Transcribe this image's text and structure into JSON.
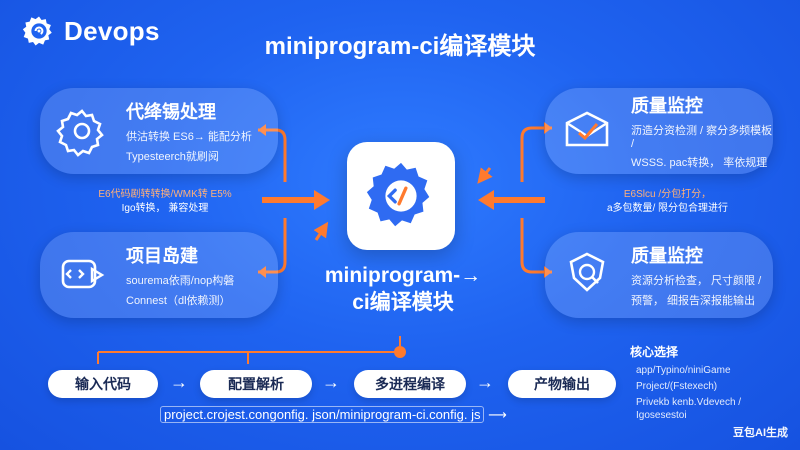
{
  "brand": {
    "name": "Devops",
    "icon": "gear-logo-icon"
  },
  "title": "miniprogram-ci编译模块",
  "cards": {
    "top_left": {
      "icon": "gear-icon",
      "title": "代绛锡处理",
      "lines": [
        "供沽转换   ES6→ 能配分析",
        "Typesteerch就刷阋"
      ]
    },
    "bottom_left": {
      "icon": "code-chat-icon",
      "title": "项目岛建",
      "lines": [
        "sourema依雨/nop构磐",
        "Connest（dl依赖测）"
      ]
    },
    "top_right": {
      "icon": "envelope-check-icon",
      "title": "质量监控",
      "lines": [
        "沥造分资检测 / 察分多频模板 /",
        "WSSS. pac转换，  率依规理"
      ]
    },
    "bottom_right": {
      "icon": "shield-scan-icon",
      "title": "质量监控",
      "lines": [
        "资源分析检查， 尺寸颜限 /",
        "预警，  细报告深报能输出"
      ]
    }
  },
  "notes": {
    "left": {
      "accent": "E6代码剧转转换/WMK转 E5%",
      "text": "Igo转换，  兼容处理"
    },
    "right": {
      "accent": "E6Slcu /分包打分，",
      "text": "a多包数量/ 限分包合理进行"
    }
  },
  "center": {
    "icon": "gear-code-icon",
    "label_line1": "miniprogram-→",
    "label_line2": "ci编译模块"
  },
  "pipeline": {
    "steps": [
      "输入代码",
      "配置解析",
      "多进程编译",
      "产物输出"
    ],
    "arrow": "→",
    "config_path": "project.crojest.congonfig. json/miniprogram-ci.config. js",
    "config_arrow": "⟶"
  },
  "core": {
    "title": "核心选择",
    "items": [
      "app/Typino/niniGame",
      "Project/(Fstexech)",
      "Privekb kenb.Vdevech / Igosesestoi"
    ]
  },
  "watermark": "豆包AI生成",
  "colors": {
    "background": "#1f63f0",
    "accent_orange": "#ff7a2e",
    "card_text_dark": "#1a2a55",
    "icon_blue": "#2f6bf2"
  }
}
